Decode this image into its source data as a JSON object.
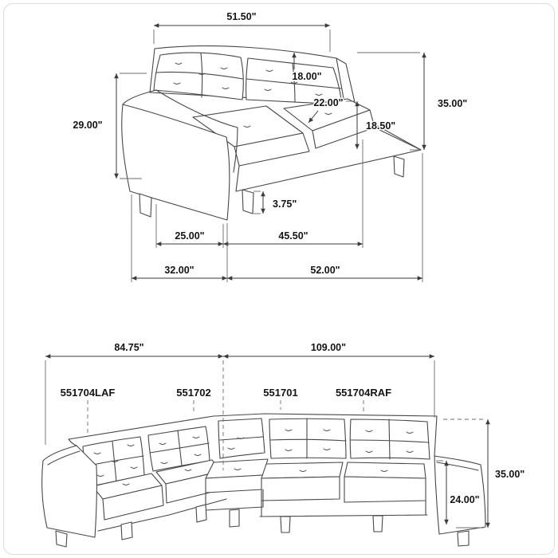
{
  "colors": {
    "background": "#ffffff",
    "sketch_line": "#474747",
    "dimension_text": "#141414"
  },
  "top_view": {
    "dimensions": {
      "back_width": "51.50\"",
      "back_cushion_height": "18.00\"",
      "seat_depth": "22.00\"",
      "arm_height": "29.00\"",
      "overall_height": "35.00\"",
      "seat_height": "18.50\"",
      "leg_height": "3.75\"",
      "arm_depth": "25.00\"",
      "seat_width": "45.50\"",
      "overall_depth": "32.00\"",
      "overall_width": "52.00\""
    }
  },
  "sectional_view": {
    "dimensions": {
      "left_width": "84.75\"",
      "right_width": "109.00\"",
      "overall_height": "35.00\"",
      "arm_height": "24.00\""
    },
    "part_labels": [
      "551704LAF",
      "551702",
      "551701",
      "551704RAF"
    ]
  }
}
